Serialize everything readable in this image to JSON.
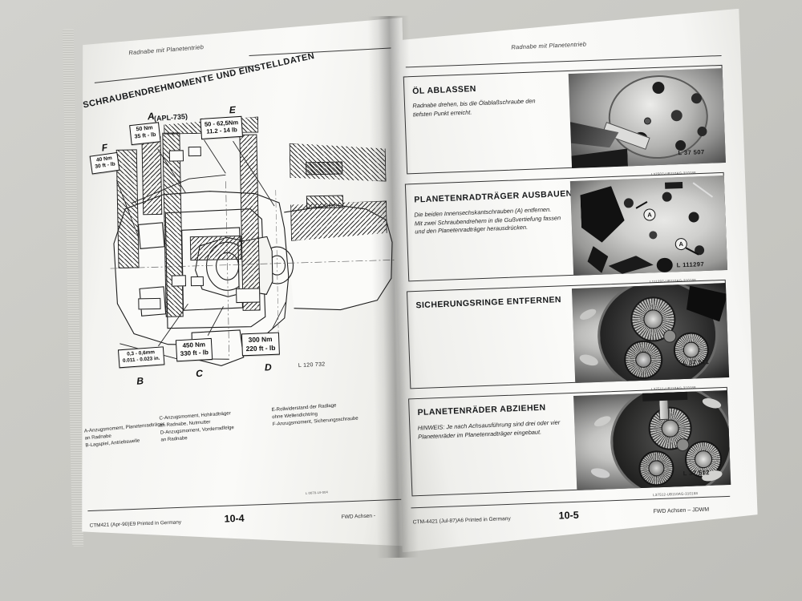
{
  "document": {
    "kind": "printed-service-manual-spread",
    "left_page": {
      "running_head": "Radnabe mit Planetentrieb",
      "title": "SCHRAUBENDREHMOMENTE UND EINSTELLDATEN",
      "subtitle": "(APL-735)",
      "callouts": [
        {
          "letter": "F",
          "line1": "40 Nm",
          "line2": "30 ft - lb"
        },
        {
          "letter": "A",
          "line1": "50 Nm",
          "line2": "35 ft - lb"
        },
        {
          "letter": "E",
          "line1": "50 - 62,5Nm",
          "line2": "11.2 - 14 lb"
        },
        {
          "letter": "B",
          "line1": "0,3 - 0,6mm",
          "line2": "0.011 - 0.023 in."
        },
        {
          "letter": "C",
          "line1": "450 Nm",
          "line2": "330 ft - lb"
        },
        {
          "letter": "D",
          "line1": "300 Nm",
          "line2": "220 ft - lb"
        }
      ],
      "drawing_number": "L 120 732",
      "legend_col1": "A-Anzugsmoment, Planetenradträger\nan Radnabe\nB-Lagspiel, Antriebswelle",
      "legend_col2": "C-Anzugsmoment, Hohlradträger\nan Radnabe, Nutmutter\nD-Anzugsmoment, Vorderradfelge\nan Radnabe",
      "legend_col3": "E-Rollwiderstand der Radlage\nohne Wellendichtring\nF-Anzugsmoment, Sicherungsschraube",
      "corner_code": "L 0070-UI-004",
      "footer_left": "CTM421 (Apr-90)E9 Printed in Germany",
      "footer_page": "10-4",
      "footer_right": "FWD Achsen -"
    },
    "right_page": {
      "running_head": "Radnabe mit Planetentrieb",
      "sections": [
        {
          "title": "ÖL ABLASSEN",
          "body": "Radnabe drehen, bis die Ölablaßschraube den\ntiefsten Punkt erreicht.",
          "image_number": "L 37 507",
          "image_code": "L37507-UB110AG-310188"
        },
        {
          "title": "PLANETENRADTRÄGER AUSBAUEN",
          "body": "Die beiden Innensechskantschrauben (A) entfernen.\nMit zwei Schraubendrehern in die Gußvertiefung fassen\nund den Planetenradträger herausdrücken.",
          "image_number": "L 111297",
          "image_code": "L111297-UB110AG-310188",
          "image_labels": [
            "A",
            "A"
          ]
        },
        {
          "title": "SICHERUNGSRINGE ENTFERNEN",
          "body": "",
          "image_number": "L 37 511",
          "image_code": "L37511-UB110AG-310188"
        },
        {
          "title": "PLANETENRÄDER ABZIEHEN",
          "body": "HINWEIS: Je nach Achsausführung sind drei oder vier\n             Planetenräder im Planetenradträger eingebaut.",
          "image_number": "L 37 512",
          "image_code": "L37512-UB110AG-310188"
        }
      ],
      "footer_left": "CTM-4421 (Jul-87)A6 Printed in Germany",
      "footer_page": "10-5",
      "footer_right": "FWD Achsen – JDWM"
    }
  },
  "colors": {
    "background": "#cbcbc6",
    "paper": "#f7f7f4",
    "ink": "#16181a",
    "gutter_shadow": "#1e1e1e"
  }
}
